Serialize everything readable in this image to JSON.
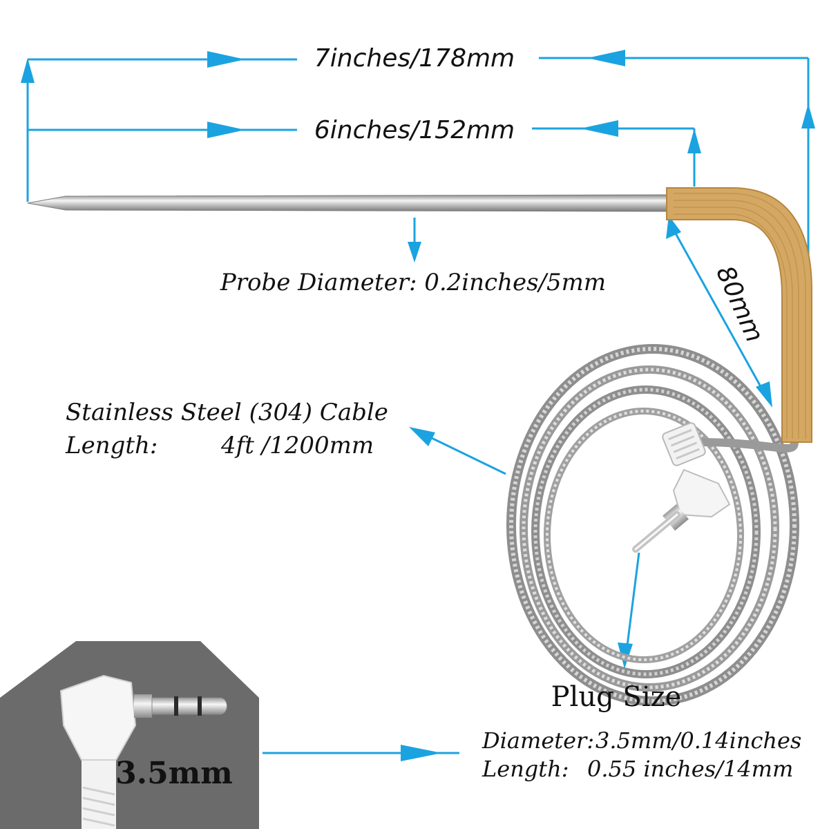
{
  "dimensions": {
    "total_length": "7inches/178mm",
    "probe_length": "6inches/152mm",
    "probe_diameter": "Probe Diameter: 0.2inches/5mm",
    "bend_length": "80mm"
  },
  "cable": {
    "line1": "Stainless Steel (304) Cable",
    "line2_label": "Length:",
    "line2_value": "4ft /1200mm"
  },
  "plug": {
    "title": "Plug Size",
    "diameter_label": "Diameter:",
    "diameter_value": "3.5mm/0.14inches",
    "length_label": "Length:",
    "length_value": "0.55 inches/14mm",
    "inset_label": "3.5mm"
  },
  "colors": {
    "arrow": "#1aa3e0",
    "grip": "#d4a862",
    "probe": "#c8c8c8",
    "cable": "#a8a8a8",
    "inset_bg": "#6b6b6b"
  }
}
